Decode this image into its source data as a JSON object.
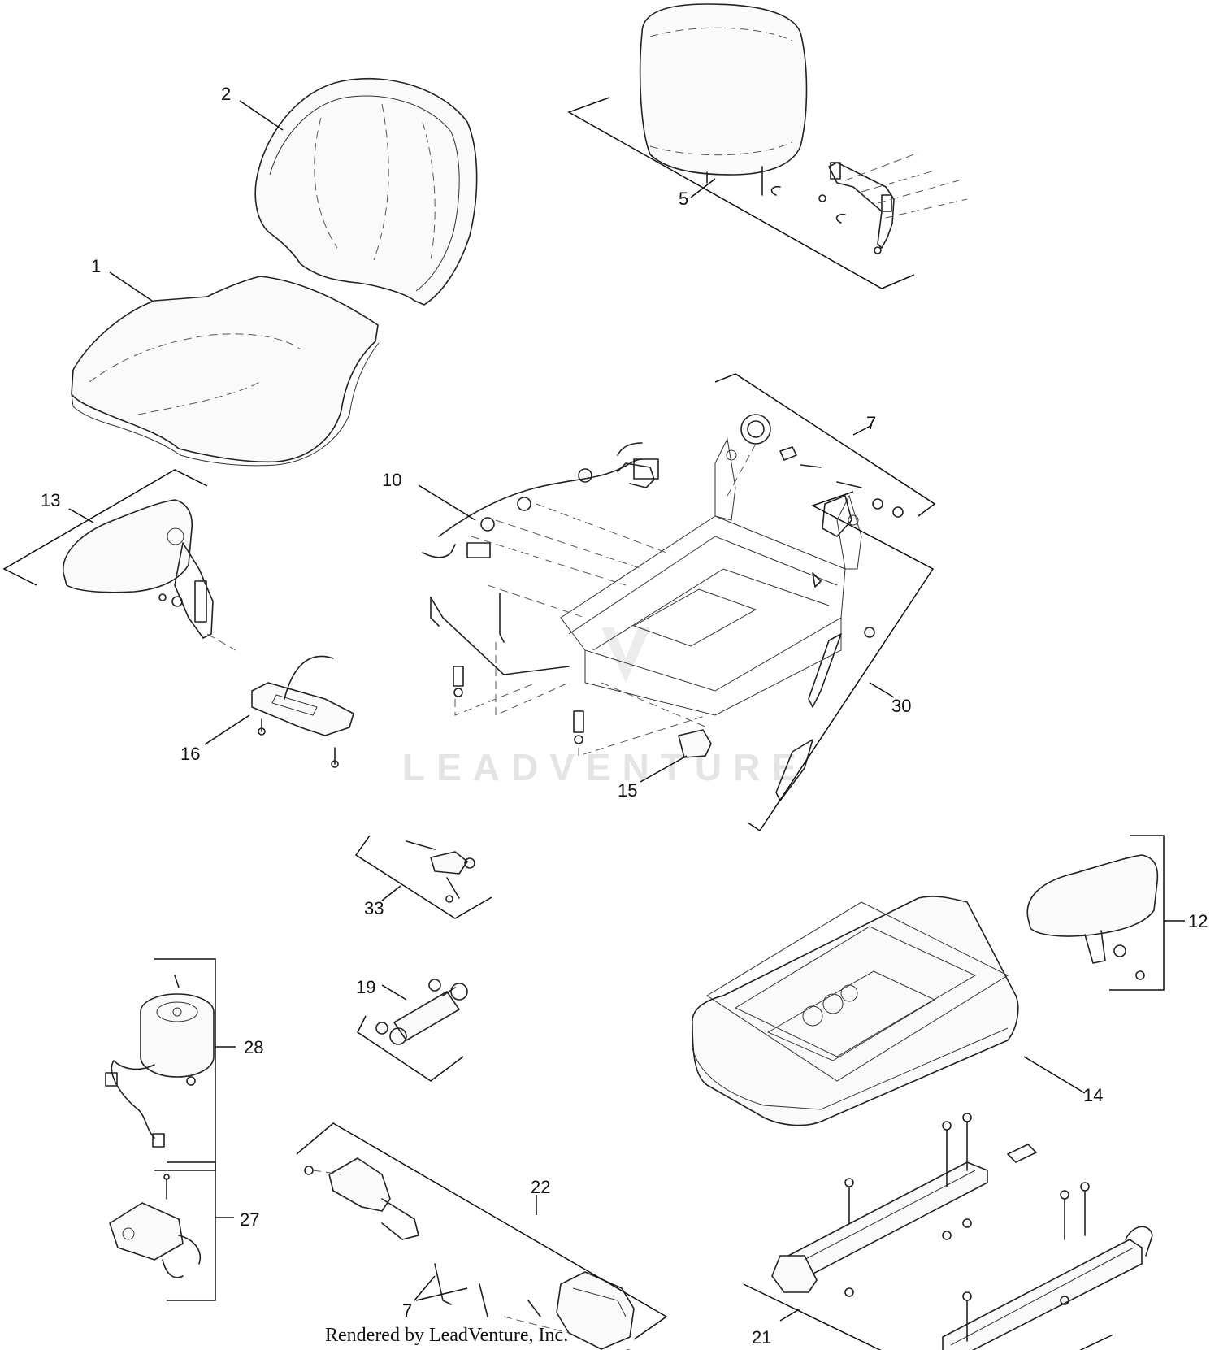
{
  "diagram": {
    "callouts": {
      "c1": "1",
      "c2": "2",
      "c5": "5",
      "c7a": "7",
      "c7b": "7",
      "c10": "10",
      "c12": "12",
      "c13": "13",
      "c14": "14",
      "c15": "15",
      "c16": "16",
      "c19": "19",
      "c21": "21",
      "c22": "22",
      "c27": "27",
      "c28": "28",
      "c30": "30",
      "c33": "33"
    },
    "watermark": "LEADVENTURE",
    "credit": "Rendered by LeadVenture, Inc."
  }
}
